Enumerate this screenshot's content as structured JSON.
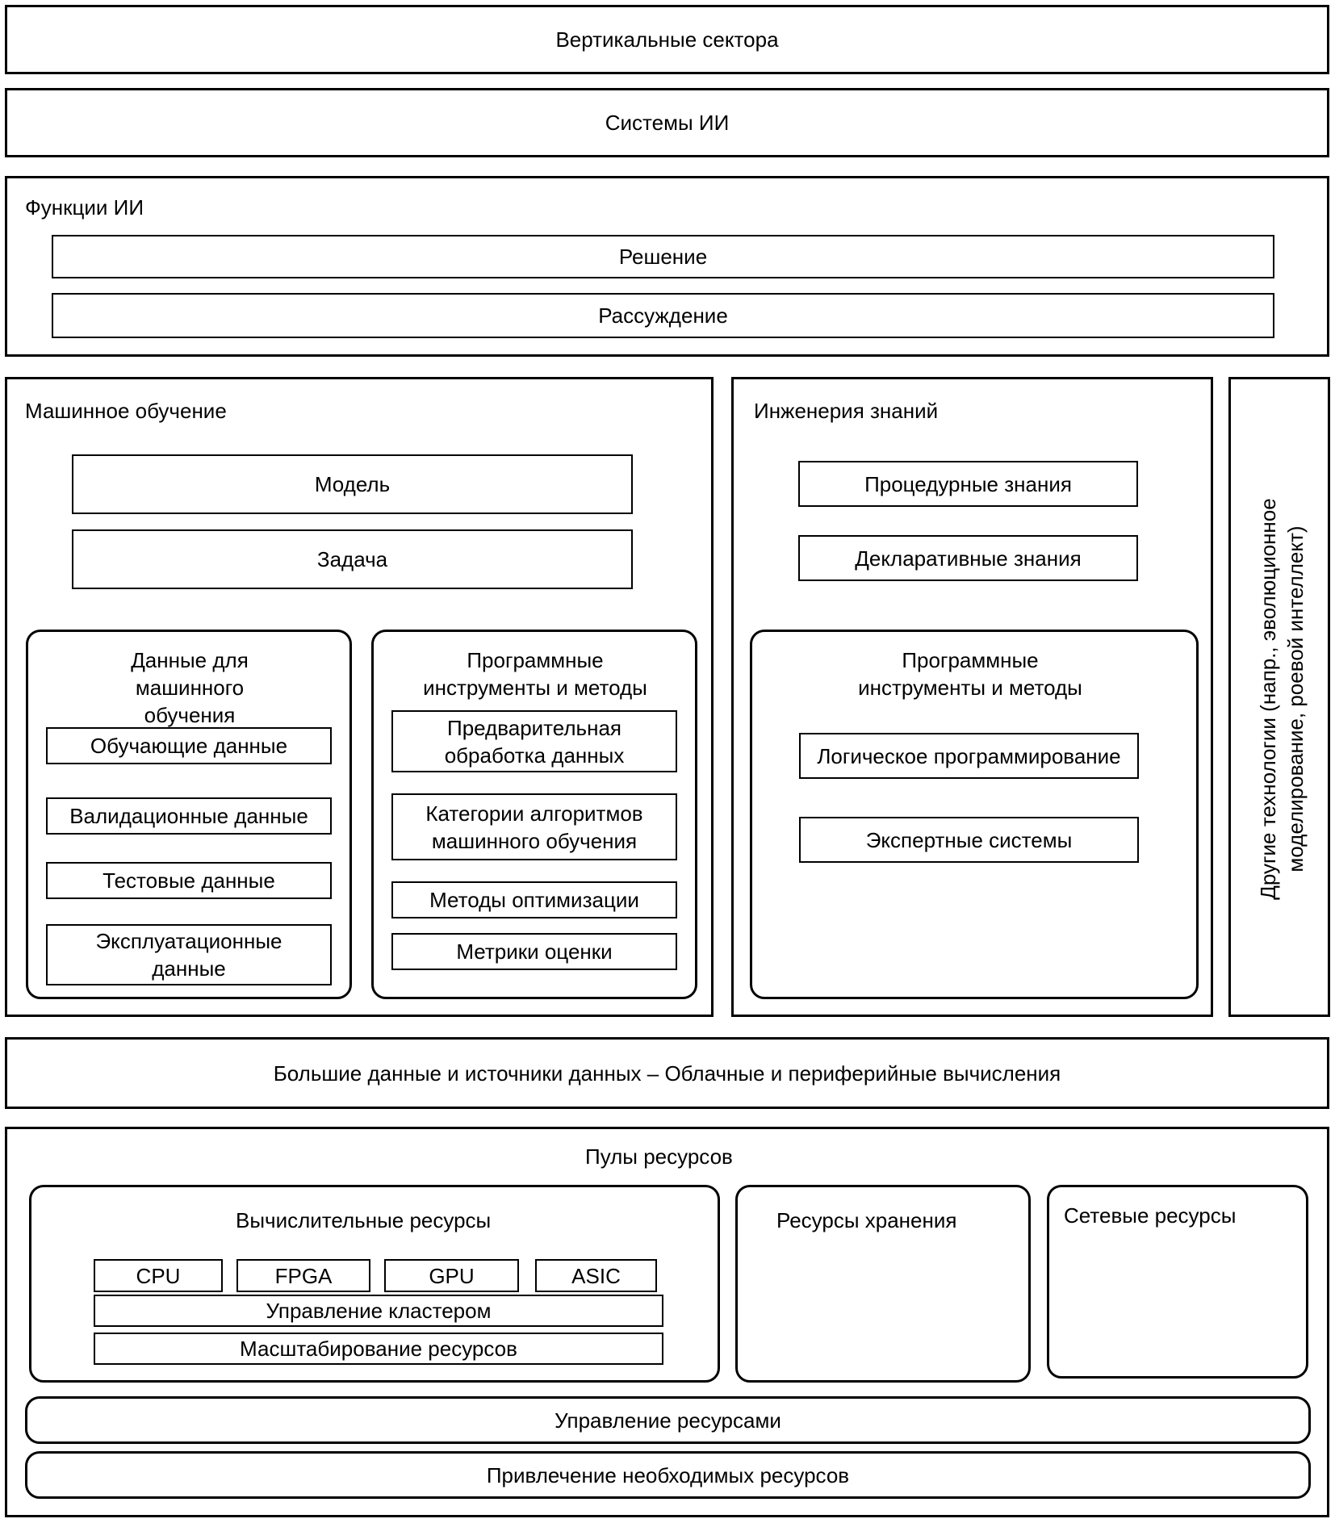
{
  "layers": {
    "vertical_sectors": "Вертикальные сектора",
    "ai_systems": "Системы ИИ",
    "ai_functions": {
      "title": "Функции ИИ",
      "items": [
        "Решение",
        "Рассуждение"
      ]
    },
    "machine_learning": {
      "title": "Машинное обучение",
      "model": "Модель",
      "task": "Задача",
      "ml_data": {
        "title": "Данные для машинного обучения",
        "items": [
          "Обучающие данные",
          "Валидационные данные",
          "Тестовые данные",
          "Эксплуатационные данные"
        ]
      },
      "tools": {
        "title": "Программные инструменты и методы",
        "items": [
          "Предварительная обработка данных",
          "Категории алгоритмов машинного обучения",
          "Методы оптимизации",
          "Метрики оценки"
        ]
      }
    },
    "knowledge_engineering": {
      "title": "Инженерия знаний",
      "items": [
        "Процедурные знания",
        "Декларативные знания"
      ],
      "tools": {
        "title": "Программные инструменты и методы",
        "items": [
          "Логическое программирование",
          "Экспертные системы"
        ]
      }
    },
    "other_tech": "Другие технологии (напр., эволюционное моделирование, роевой интеллект)",
    "big_data": "Большие данные и источники данных – Облачные и периферийные вычисления",
    "resource_pools": {
      "title": "Пулы ресурсов",
      "compute": {
        "title": "Вычислительные ресурсы",
        "chips": [
          "CPU",
          "FPGA",
          "GPU",
          "ASIC"
        ],
        "cluster": "Управление кластером",
        "scaling": "Масштабирование ресурсов"
      },
      "storage": "Ресурсы хранения",
      "network": "Сетевые ресурсы",
      "management": "Управление ресурсами",
      "provisioning": "Привлечение необходимых ресурсов"
    }
  }
}
